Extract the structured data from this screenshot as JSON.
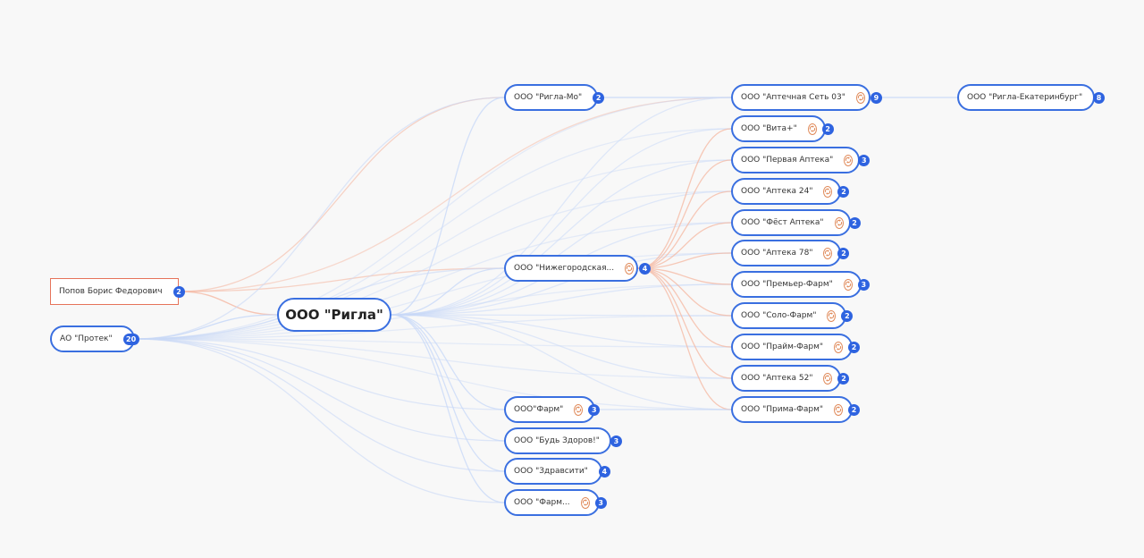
{
  "colors": {
    "accent": "#3a6fe0",
    "badge": "#2e63e0",
    "person_border": "#e6735a",
    "edge_blue": "#c9d9f7",
    "edge_orange": "#f5b8a2",
    "link_icon": "#e08a5a"
  },
  "center": {
    "label": "ООО \"Ригла\""
  },
  "left_nodes": [
    {
      "id": "popov",
      "label": "Попов Борис Федорович",
      "count": "2",
      "kind": "person"
    },
    {
      "id": "protek",
      "label": "АО \"Протек\"",
      "count": "20",
      "kind": "company"
    }
  ],
  "middle_nodes": [
    {
      "id": "mo",
      "label": "ООО \"Ригла-Мо\"",
      "count": "2",
      "linked": false
    },
    {
      "id": "nizh",
      "label": "ООО \"Нижегородская...",
      "count": "4",
      "linked": true
    },
    {
      "id": "farm",
      "label": "ООО\"Фарм\"",
      "count": "3",
      "linked": true
    },
    {
      "id": "bud",
      "label": "ООО \"Будь Здоров!\"",
      "count": "3",
      "linked": false
    },
    {
      "id": "zdrav",
      "label": "ООО \"Здравсити\"",
      "count": "4",
      "linked": false
    },
    {
      "id": "farm2",
      "label": "ООО \"Фарм...",
      "count": "3",
      "linked": true
    }
  ],
  "right_nodes": [
    {
      "id": "set03",
      "label": "ООО \"Аптечная Сеть 03\"",
      "count": "9",
      "linked": true
    },
    {
      "id": "vita",
      "label": "ООО \"Вита+\"",
      "count": "2",
      "linked": true
    },
    {
      "id": "pervaya",
      "label": "ООО \"Первая Аптека\"",
      "count": "3",
      "linked": true
    },
    {
      "id": "apt24",
      "label": "ООО \"Аптека 24\"",
      "count": "2",
      "linked": true
    },
    {
      "id": "fest",
      "label": "ООО \"Фёст Аптека\"",
      "count": "2",
      "linked": true
    },
    {
      "id": "apt78",
      "label": "ООО \"Аптека 78\"",
      "count": "2",
      "linked": true
    },
    {
      "id": "premier",
      "label": "ООО \"Премьер-Фарм\"",
      "count": "3",
      "linked": true
    },
    {
      "id": "solo",
      "label": "ООО \"Соло-Фарм\"",
      "count": "2",
      "linked": true
    },
    {
      "id": "praim",
      "label": "ООО \"Прайм-Фарм\"",
      "count": "2",
      "linked": true
    },
    {
      "id": "apt52",
      "label": "ООО \"Аптека 52\"",
      "count": "2",
      "linked": true
    },
    {
      "id": "prima",
      "label": "ООО \"Прима-Фарм\"",
      "count": "2",
      "linked": true
    }
  ],
  "far_right_nodes": [
    {
      "id": "ekb",
      "label": "ООО \"Ригла-Екатеринбург\"",
      "count": "8",
      "linked": false
    }
  ]
}
